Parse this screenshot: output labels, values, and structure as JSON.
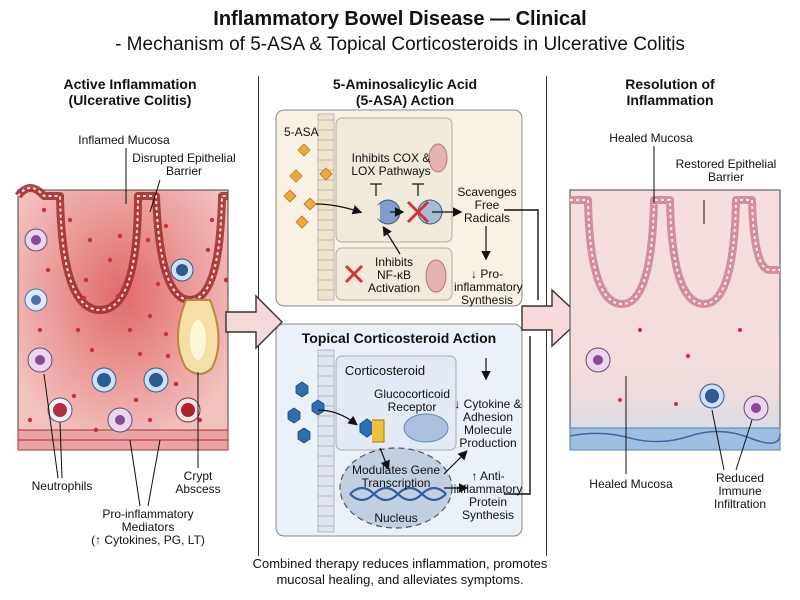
{
  "header": {
    "title": "Inflammatory Bowel Disease — Clinical",
    "subtitle": "- Mechanism of 5-ASA & Topical Corticosteroids in Ulcerative Colitis"
  },
  "left": {
    "heading_line1": "Active Inflammation",
    "heading_line2": "(Ulcerative Colitis)",
    "inflamed_mucosa": "Inflamed Mucosa",
    "disrupted_line1": "Disrupted Epithelial",
    "disrupted_line2": "Barrier",
    "neutrophils": "Neutrophils",
    "crypt_line1": "Crypt",
    "crypt_line2": "Abscess",
    "mediators_line1": "Pro-inflammatory",
    "mediators_line2": "Mediators",
    "mediators_line3": "(↑ Cytokines, PG, LT)"
  },
  "middle": {
    "heading_line1": "5-Aminosalicylic Acid",
    "heading_line2": "(5-ASA) Action",
    "asa_label": "5-ASA",
    "inhibits_cox_line1": "Inhibits COX &",
    "inhibits_cox_line2": "LOX Pathways",
    "scavenges_line1": "Scavenges",
    "scavenges_line2": "Free",
    "scavenges_line3": "Radicals",
    "nfkb_line1": "Inhibits",
    "nfkb_line2": "NF-κB",
    "nfkb_line3": "Activation",
    "proinf_line1": "↓ Pro-",
    "proinf_line2": "inflammatory",
    "proinf_line3": "Synthesis",
    "topical_heading": "Topical Corticosteroid Action",
    "corticosteroid": "Corticosteroid",
    "receptor_line1": "Glucocorticoid",
    "receptor_line2": "Receptor",
    "cytokine_line1": "↓ Cytokine &",
    "cytokine_line2": "Adhesion",
    "cytokine_line3": "Molecule",
    "cytokine_line4": "Production",
    "modulates_line1": "Modulates Gene",
    "modulates_line2": "Transcription",
    "nucleus": "Nucleus",
    "antiinf_line1": "↑ Anti-",
    "antiinf_line2": "inflammatory",
    "antiinf_line3": "Protein",
    "antiinf_line4": "Synthesis"
  },
  "right": {
    "heading_line1": "Resolution of",
    "heading_line2": "Inflammation",
    "healed_top": "Healed Mucosa",
    "restored_line1": "Restored Epithelial",
    "restored_line2": "Barrier",
    "healed_bottom": "Healed Mucosa",
    "reduced_line1": "Reduced",
    "reduced_line2": "Immune",
    "reduced_line3": "Infiltration"
  },
  "footer": {
    "line1": "Combined therapy reduces inflammation, promotes",
    "line2": "mucosal healing, and alleviates symptoms."
  },
  "colors": {
    "inflamed_fill": "#f3c2bf",
    "inflamed_dots": "#c8323a",
    "healed_fill": "#f4d8d8",
    "asa_panel": "#f8f1e4",
    "steroid_panel": "#eaf1f8",
    "diamond": "#f0a93b",
    "hexagon": "#2f6fb0",
    "receptor": "#aac0dc",
    "blocked": "#d3343a"
  }
}
